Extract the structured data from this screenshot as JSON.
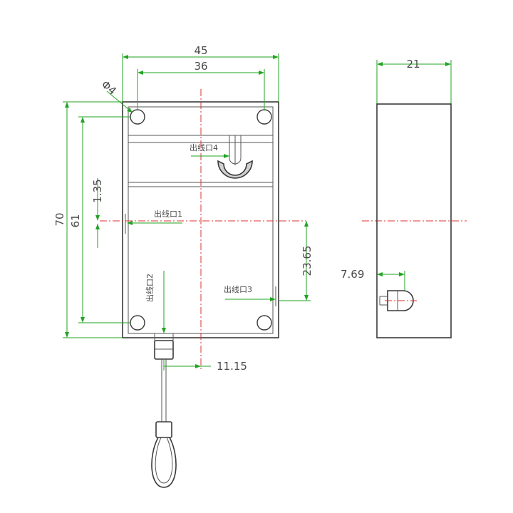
{
  "dimensions": {
    "width_outer": "45",
    "width_inner": "36",
    "hole_diameter": "Φ4",
    "height_outer": "70",
    "height_inner": "61",
    "offset_top": "1.35",
    "offset_bottom_right": "23.65",
    "offset_cable": "11.15",
    "side_thickness": "21",
    "side_port_offset": "7.69"
  },
  "ports": {
    "port1": "出线口1",
    "port2": "出线口2",
    "port3": "出线口3",
    "port4": "出线口4"
  },
  "colors": {
    "outline": "#3a3a3a",
    "dimension": "#22a322",
    "centerline": "#e03030"
  }
}
